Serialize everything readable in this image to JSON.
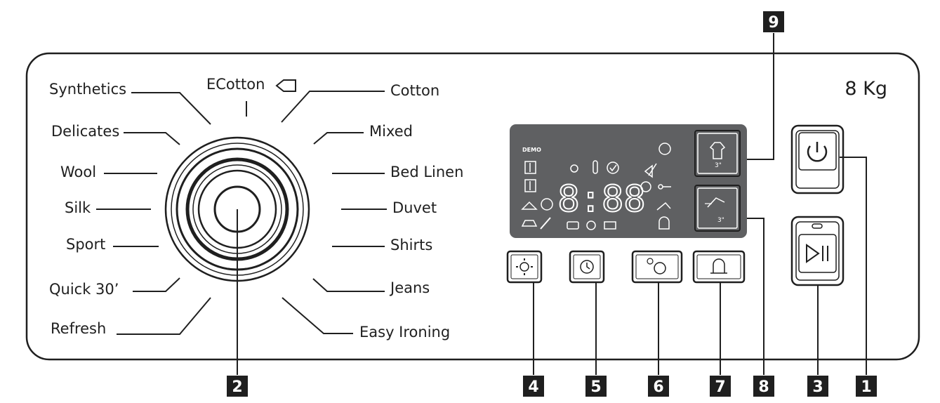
{
  "capacity": "8 Kg",
  "programs": {
    "ecotton": "ECotton",
    "cotton": "Cotton",
    "synthetics": "Synthetics",
    "mixed": "Mixed",
    "delicates": "Delicates",
    "bed_linen": "Bed Linen",
    "wool": "Wool",
    "duvet": "Duvet",
    "silk": "Silk",
    "shirts": "Shirts",
    "sport": "Sport",
    "jeans": "Jeans",
    "quick30": "Quick 30’",
    "easy_ironing": "Easy Ironing",
    "refresh": "Refresh"
  },
  "display": {
    "demo": "DEMO",
    "digits": "8:88",
    "hold_time_top": "3\"",
    "hold_time_bottom": "3\""
  },
  "callouts": {
    "n1": "1",
    "n2": "2",
    "n3": "3",
    "n4": "4",
    "n5": "5",
    "n6": "6",
    "n7": "7",
    "n8": "8",
    "n9": "9"
  },
  "icons": {
    "ecotton": "eco-tag-icon",
    "power": "power-icon",
    "start_pause": "play-pause-icon",
    "temperature": "temperature-icon",
    "delay": "delay-timer-icon",
    "spin": "spin-time-icon",
    "alarm": "bell-icon",
    "steam": "steam-shirt-icon",
    "quick": "quick-wash-icon"
  },
  "colors": {
    "panel_outline": "#1f1f1f",
    "display_bg": "#5f6062",
    "callout_bg": "#1f1f1f",
    "callout_text": "#ffffff"
  }
}
